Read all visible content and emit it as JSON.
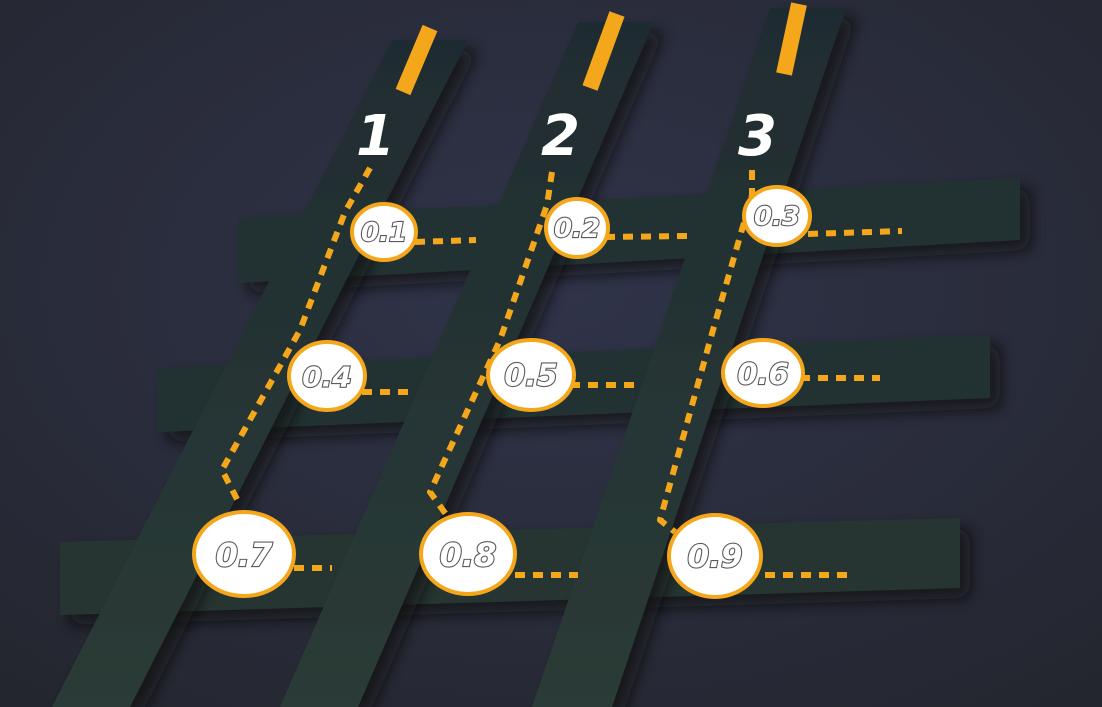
{
  "columns": [
    {
      "label": "1"
    },
    {
      "label": "2"
    },
    {
      "label": "3"
    }
  ],
  "nodes": [
    {
      "label": "0.1",
      "column": "1",
      "row": 1
    },
    {
      "label": "0.2",
      "column": "2",
      "row": 1
    },
    {
      "label": "0.3",
      "column": "3",
      "row": 1
    },
    {
      "label": "0.4",
      "column": "1",
      "row": 2
    },
    {
      "label": "0.5",
      "column": "2",
      "row": 2
    },
    {
      "label": "0.6",
      "column": "3",
      "row": 2
    },
    {
      "label": "0.7",
      "column": "1",
      "row": 3
    },
    {
      "label": "0.8",
      "column": "2",
      "row": 3
    },
    {
      "label": "0.9",
      "column": "3",
      "row": 3
    }
  ],
  "colors": {
    "background": "#2b2e3d",
    "track": "#233033",
    "accent": "#f5a71c",
    "bubble_fill": "#ffffff",
    "bubble_border": "#f5a71c"
  }
}
